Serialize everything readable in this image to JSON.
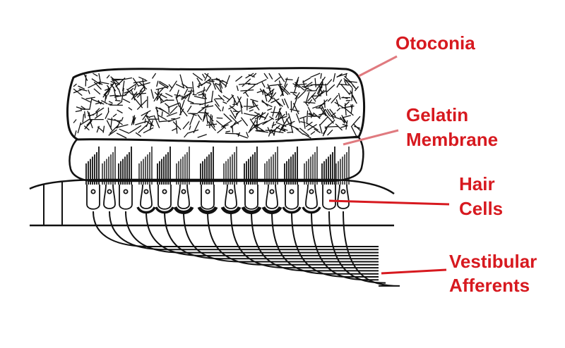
{
  "labels": {
    "otoconia": "Otoconia",
    "gelatin_line1": "Gelatin",
    "gelatin_line2": "Membrane",
    "hair_line1": "Hair",
    "hair_line2": "Cells",
    "vestibular_line1": "Vestibular",
    "vestibular_line2": "Afferents"
  },
  "colors": {
    "label": "#d7191f",
    "otoconia_leader": "#e07a7f",
    "gelatin_leader": "#e07a7f",
    "hair_leader": "#d7191f",
    "vestibular_leader": "#d7191f",
    "ink": "#111111"
  }
}
